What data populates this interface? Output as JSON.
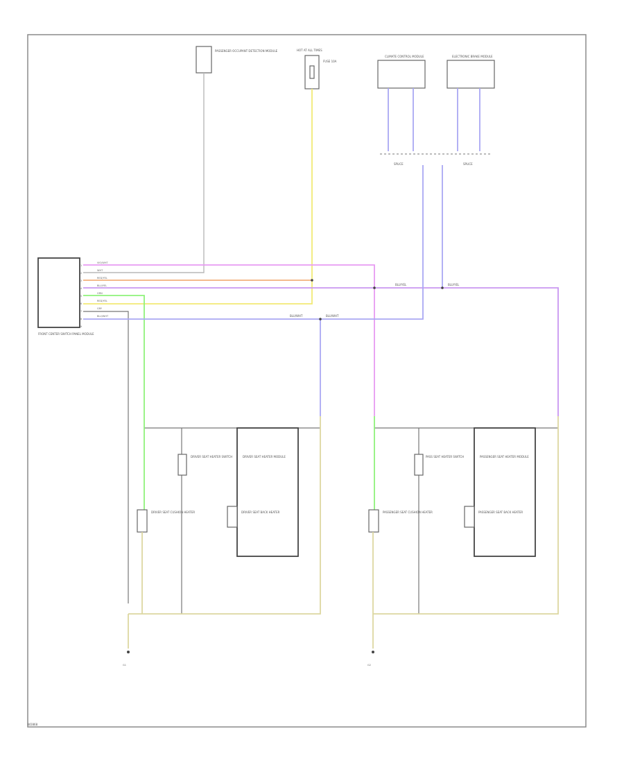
{
  "page_id": "W2868",
  "control_module": {
    "name": "FRONT CENTER SWITCH PANEL MODULE",
    "pins": [
      "1",
      "2",
      "3",
      "4",
      "5",
      "6",
      "7",
      "8",
      "9"
    ],
    "wires": [
      "VIO/WHT",
      "WHT",
      "RED/YEL",
      "BLU/YEL",
      "GRN",
      "RED/YEL",
      "GRY",
      "BLU/WHT"
    ]
  },
  "top_components": {
    "sensor": "PASSENGER OCCUPANT DETECTION MODULE",
    "fuse": "HOT AT ALL TIMES",
    "fuse_id": "FUSE 10A",
    "module_a": "CLIMATE CONTROL MODULE",
    "module_b": "ELECTRONIC BRAKE MODULE",
    "junction_a": "SPLICE",
    "junction_b": "SPLICE"
  },
  "wire_labels": {
    "blu_yel_a": "BLU/YEL",
    "blu_yel_b": "BLU/YEL",
    "blu_wht_a": "BLU/WHT",
    "blu_wht_b": "BLU/WHT"
  },
  "left_seat": {
    "switch": "DRIVER SEAT HEATER SWITCH",
    "outer_module": "DRIVER SEAT HEATER MODULE",
    "element": "DRIVER SEAT CUSHION HEATER",
    "inner_module": "DRIVER SEAT BACK HEATER",
    "ground": "G1"
  },
  "right_seat": {
    "switch": "PASS SEAT HEATER SWITCH",
    "outer_module": "PASSENGER SEAT HEATER MODULE",
    "element": "PASSENGER SEAT CUSHION HEATER",
    "inner_module": "PASSENGER SEAT BACK HEATER",
    "ground": "G2"
  }
}
